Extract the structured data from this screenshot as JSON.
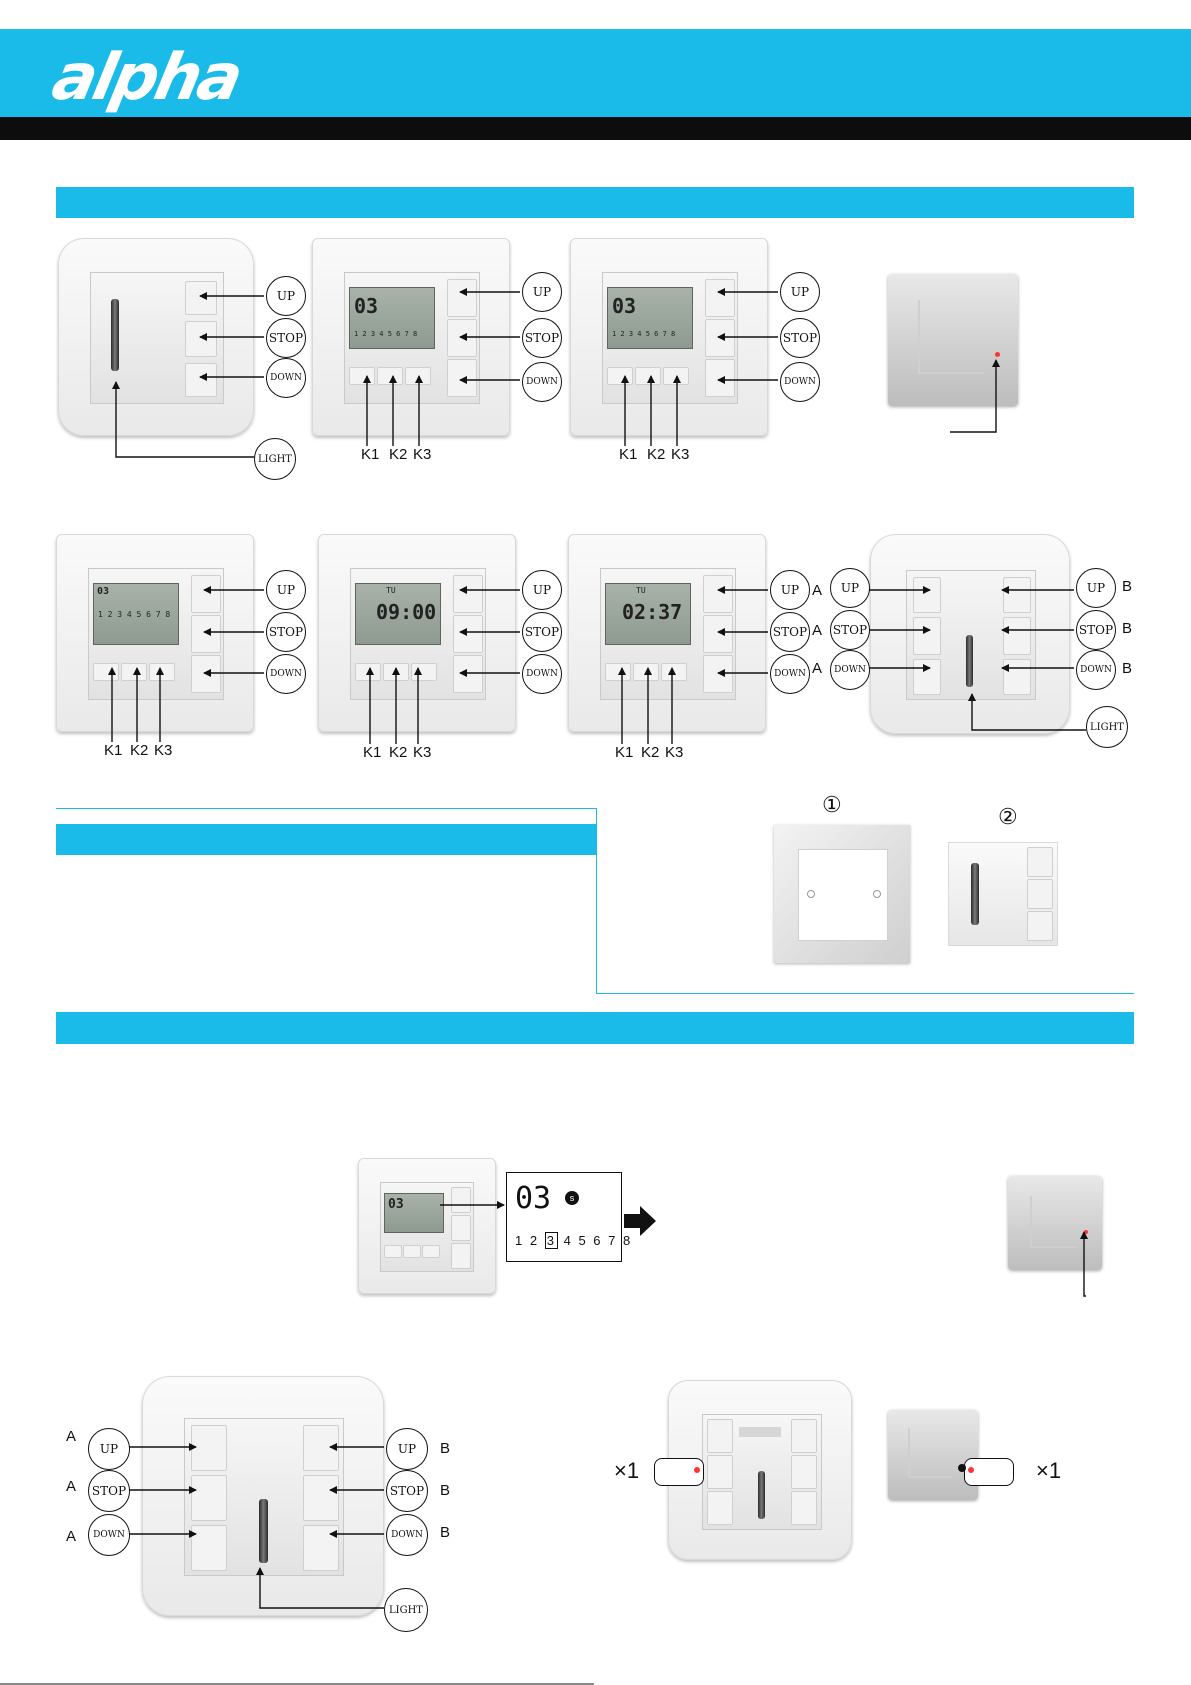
{
  "header": {
    "logo_text": "alpha",
    "brand_color": "#1bbbe9",
    "bar_color": "#0d0d0d"
  },
  "labels": {
    "up": "UP",
    "stop": "STOP",
    "down": "DOWN",
    "light": "LIGHT",
    "k1": "K1",
    "k2": "K2",
    "k3": "K3",
    "a": "A",
    "b": "B",
    "times_one": "×1",
    "circle_one": "①",
    "circle_two": "②"
  },
  "lcd": {
    "channel": "03",
    "channel_digits": [
      "1",
      "2",
      "3",
      "4",
      "5",
      "6",
      "7",
      "8"
    ],
    "selected_channel": "3",
    "clock_one": "09:00",
    "clock_two": "02:37",
    "day": "TU",
    "setting_digits": "1 2 3 4 5 6 7 8"
  }
}
